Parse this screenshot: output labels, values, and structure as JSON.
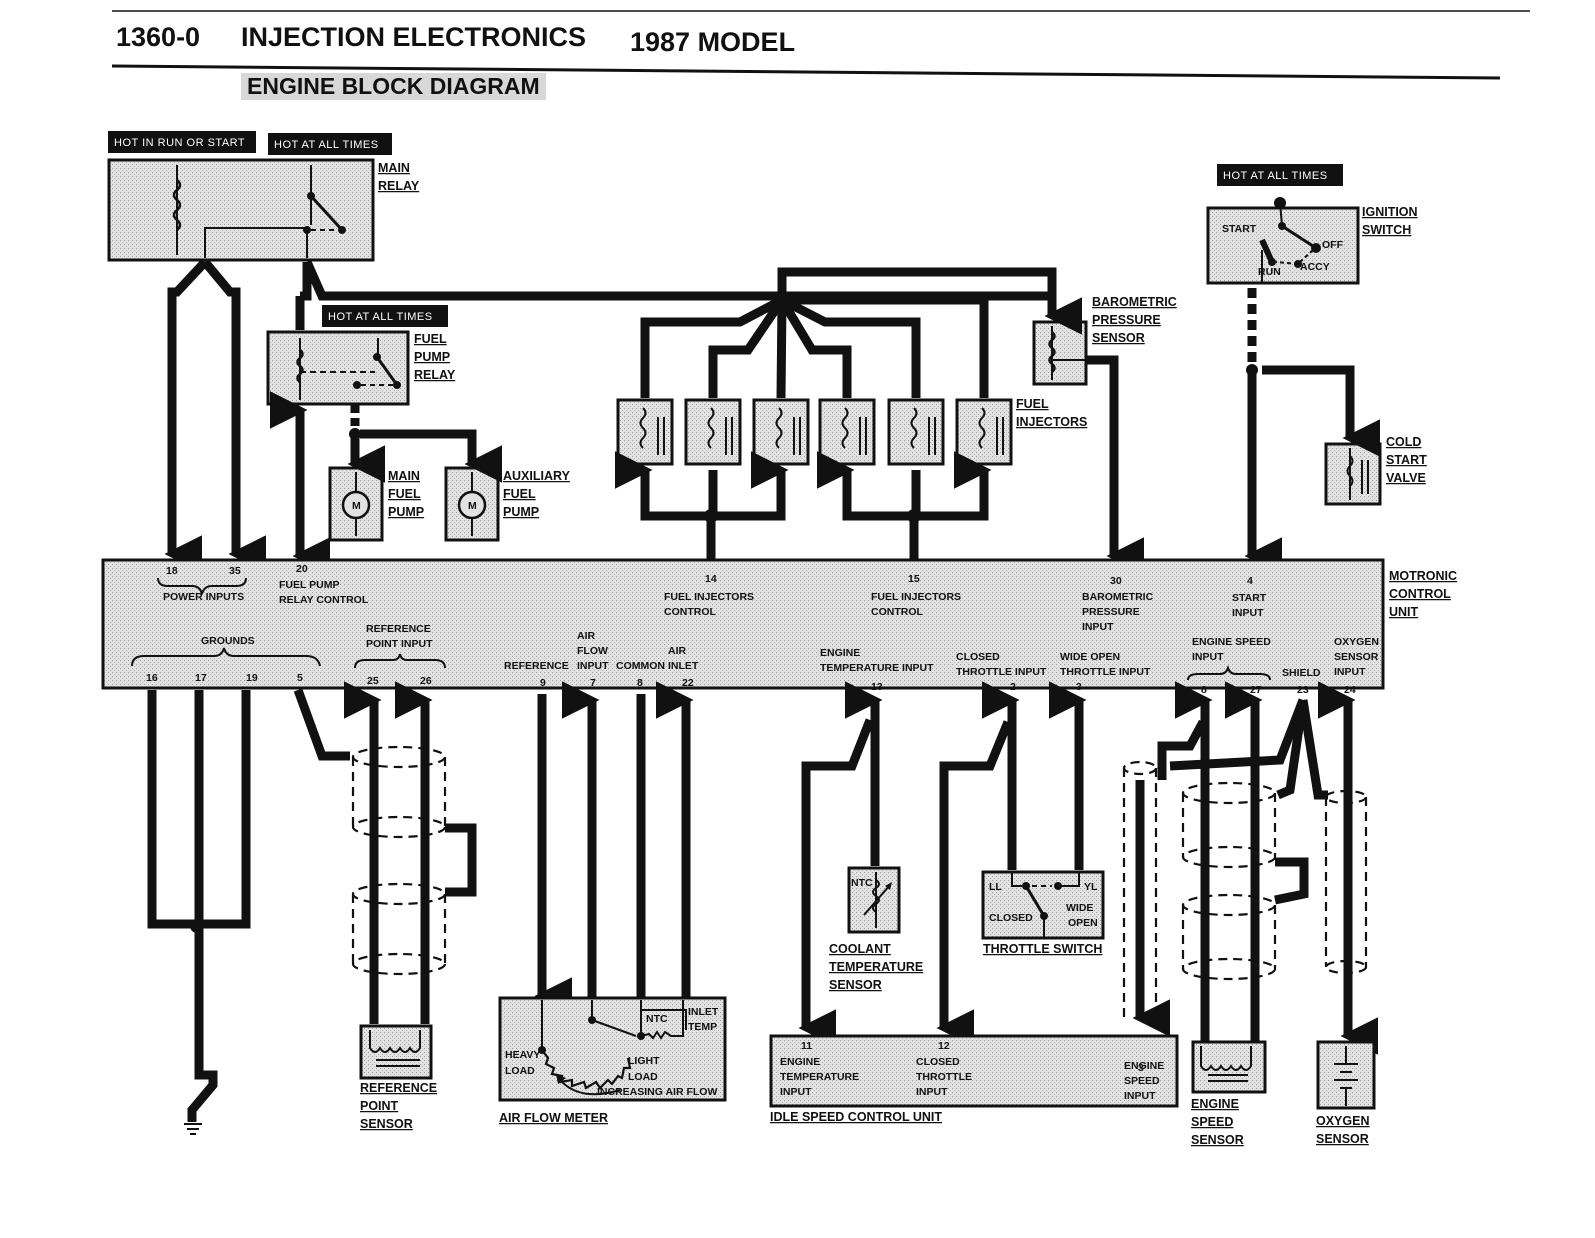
{
  "header": {
    "page_number": "1360-0",
    "section_title": "INJECTION ELECTRONICS",
    "model_year": "1987 MODEL",
    "subtitle": "ENGINE BLOCK DIAGRAM"
  },
  "power_tags": {
    "hot_run_start": "HOT IN RUN OR START",
    "hot_all_times_main": "HOT AT ALL TIMES",
    "hot_all_times_fuel_pump": "HOT AT ALL TIMES",
    "hot_all_times_ignition": "HOT AT ALL TIMES"
  },
  "components": {
    "main_relay": [
      "MAIN",
      "RELAY"
    ],
    "fuel_pump_relay": [
      "FUEL",
      "PUMP",
      "RELAY"
    ],
    "main_fuel_pump": [
      "MAIN",
      "FUEL",
      "PUMP"
    ],
    "auxiliary_fuel_pump": [
      "AUXILIARY",
      "FUEL",
      "PUMP"
    ],
    "fuel_injectors": [
      "FUEL",
      "INJECTORS"
    ],
    "barometric_pressure_sensor": [
      "BAROMETRIC",
      "PRESSURE",
      "SENSOR"
    ],
    "ignition_switch": [
      "IGNITION",
      "SWITCH"
    ],
    "cold_start_valve": [
      "COLD",
      "START",
      "VALVE"
    ],
    "motronic_control_unit": [
      "MOTRONIC",
      "CONTROL",
      "UNIT"
    ],
    "reference_point_sensor": [
      "REFERENCE",
      "POINT",
      "SENSOR"
    ],
    "air_flow_meter": "AIR FLOW METER",
    "coolant_temperature_sensor": [
      "COOLANT",
      "TEMPERATURE",
      "SENSOR"
    ],
    "throttle_switch": "THROTTLE SWITCH",
    "idle_speed_control_unit": "IDLE SPEED CONTROL UNIT",
    "engine_speed_sensor": [
      "ENGINE",
      "SPEED",
      "SENSOR"
    ],
    "oxygen_sensor": [
      "OXYGEN",
      "SENSOR"
    ],
    "motor_symbol": "M"
  },
  "ignition_positions": {
    "start": "START",
    "off": "OFF",
    "run": "RUN",
    "accy": "ACCY"
  },
  "ecu_top_pins": [
    {
      "pin": "18",
      "group": "POWER INPUTS"
    },
    {
      "pin": "35",
      "group": "POWER INPUTS"
    },
    {
      "pin": "20",
      "label": [
        "FUEL PUMP",
        "RELAY CONTROL"
      ]
    },
    {
      "pin": "14",
      "label": [
        "FUEL INJECTORS",
        "CONTROL"
      ]
    },
    {
      "pin": "15",
      "label": [
        "FUEL INJECTORS",
        "CONTROL"
      ]
    },
    {
      "pin": "30",
      "label": [
        "BAROMETRIC",
        "PRESSURE",
        "INPUT"
      ]
    },
    {
      "pin": "4",
      "label": [
        "START",
        "INPUT"
      ]
    }
  ],
  "ecu_groups": {
    "power_inputs": "POWER INPUTS",
    "grounds": "GROUNDS",
    "reference_point_input": [
      "REFERENCE",
      "POINT INPUT"
    ],
    "engine_speed_input": [
      "ENGINE SPEED",
      "INPUT"
    ]
  },
  "ecu_bottom_pins": [
    {
      "pin": "16",
      "group": "GROUNDS"
    },
    {
      "pin": "17",
      "group": "GROUNDS"
    },
    {
      "pin": "19",
      "group": "GROUNDS"
    },
    {
      "pin": "5",
      "group": "GROUNDS"
    },
    {
      "pin": "25",
      "group": "REFERENCE POINT INPUT"
    },
    {
      "pin": "26",
      "group": "REFERENCE POINT INPUT"
    },
    {
      "pin": "9",
      "label": [
        "REFERENCE"
      ]
    },
    {
      "pin": "7",
      "label": [
        "AIR",
        "FLOW",
        "INPUT"
      ]
    },
    {
      "pin": "8",
      "label": [
        "COMMON"
      ]
    },
    {
      "pin": "22",
      "label": [
        "AIR",
        "INLET"
      ]
    },
    {
      "pin": "13",
      "label": [
        "ENGINE",
        "TEMPERATURE  INPUT"
      ]
    },
    {
      "pin": "2",
      "label": [
        "CLOSED",
        "THROTTLE INPUT"
      ]
    },
    {
      "pin": "3",
      "label": [
        "WIDE OPEN",
        "THROTTLE INPUT"
      ]
    },
    {
      "pin": "8",
      "group": "ENGINE SPEED INPUT"
    },
    {
      "pin": "27",
      "group": "ENGINE SPEED INPUT"
    },
    {
      "pin": "23",
      "label": [
        "SHIELD"
      ]
    },
    {
      "pin": "24",
      "label": [
        "OXYGEN",
        "SENSOR",
        "INPUT"
      ]
    }
  ],
  "air_flow_meter_labels": {
    "ntc": "NTC",
    "inlet_temp": [
      "INLET",
      "TEMP"
    ],
    "heavy_load": [
      "HEAVY",
      "LOAD"
    ],
    "light_load": [
      "LIGHT",
      "LOAD"
    ],
    "increasing_air_flow": "INCREASING AIR FLOW"
  },
  "coolant_sensor_labels": {
    "ntc": "NTC"
  },
  "throttle_switch_labels": {
    "ll": "LL",
    "yl": "YL",
    "closed": "CLOSED",
    "wide_open": [
      "WIDE",
      "OPEN"
    ]
  },
  "idle_speed_pins": [
    {
      "pin": "11",
      "label": [
        "ENGINE",
        "TEMPERATURE",
        "INPUT"
      ]
    },
    {
      "pin": "12",
      "label": [
        "CLOSED",
        "THROTTLE",
        "INPUT"
      ]
    },
    {
      "pin": "3",
      "label": [
        "ENGINE",
        "SPEED",
        "INPUT"
      ]
    }
  ]
}
